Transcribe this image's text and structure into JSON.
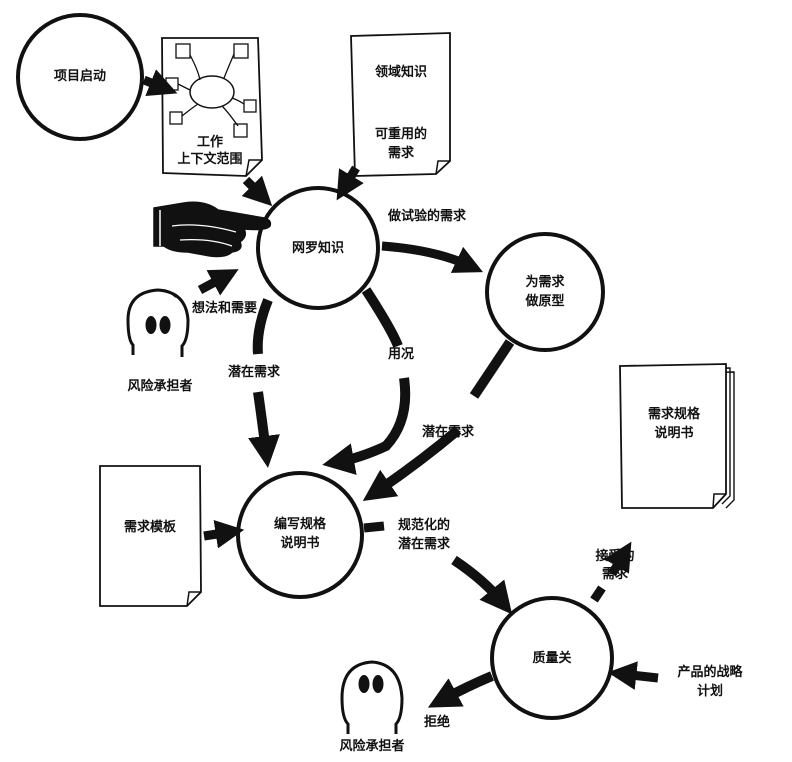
{
  "nodes": {
    "project_start": "项目启动",
    "gather": "网罗知识",
    "prototype": [
      "为需求",
      "做原型"
    ],
    "write_spec": [
      "编写规格",
      "说明书"
    ],
    "quality_gate": "质量关"
  },
  "documents": {
    "work_context": [
      "工作",
      "上下文范围"
    ],
    "domain_knowledge": "领域知识",
    "reusable_requirements": [
      "可重用的",
      "需求"
    ],
    "requirements_template": "需求模板",
    "srs": [
      "需求规格",
      "说明书"
    ]
  },
  "edges": {
    "experiment_requirements": "做试验的需求",
    "ideas_and_needs": "想法和需要",
    "potential_req_left": "潜在需求",
    "use_cases": "用况",
    "potential_req_right": "潜在需求",
    "formalized": [
      "规范化的",
      "潜在需求"
    ],
    "accepted": [
      "接受的",
      "需求"
    ],
    "rejected": "拒绝",
    "strategic_plan": [
      "产品的战略",
      "计划"
    ]
  },
  "actors": {
    "stakeholder_top": "风险承担者",
    "stakeholder_bottom": "风险承担者"
  }
}
